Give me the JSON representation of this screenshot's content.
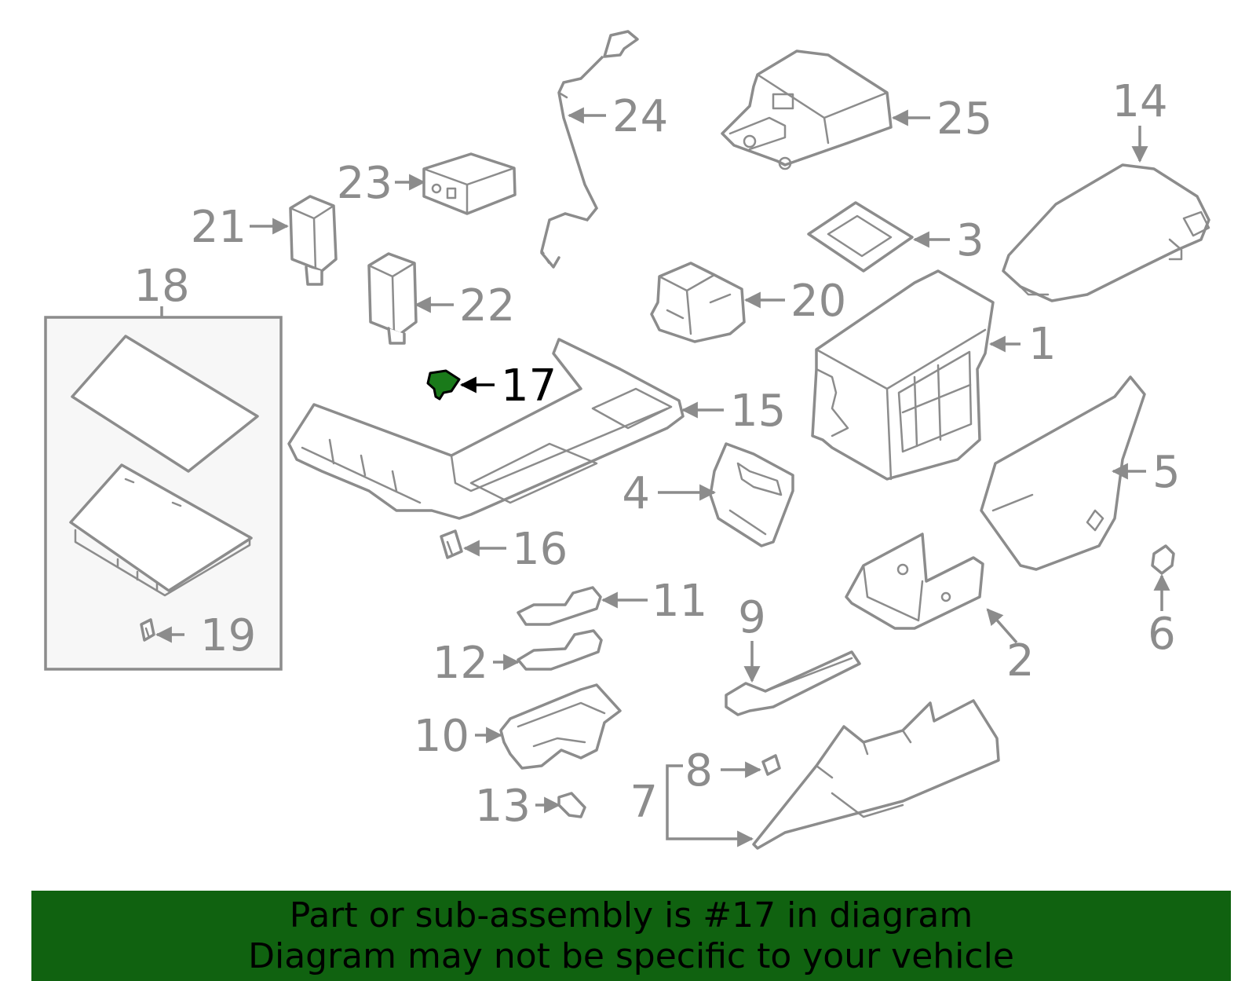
{
  "diagram": {
    "highlighted_part": "17",
    "highlight_color": "#1a7a1a",
    "line_color": "#8c8c8c",
    "callouts": {
      "c1": "1",
      "c2": "2",
      "c3": "3",
      "c4": "4",
      "c5": "5",
      "c6": "6",
      "c7": "7",
      "c8": "8",
      "c9": "9",
      "c10": "10",
      "c11": "11",
      "c12": "12",
      "c13": "13",
      "c14": "14",
      "c15": "15",
      "c16": "16",
      "c17": "17",
      "c18": "18",
      "c19": "19",
      "c20": "20",
      "c21": "21",
      "c22": "22",
      "c23": "23",
      "c24": "24",
      "c25": "25"
    }
  },
  "banner": {
    "line1": "Part or sub-assembly is #17 in diagram",
    "line2": "Diagram may not be specific to your vehicle",
    "background": "#106210",
    "text_color": "#000000"
  }
}
